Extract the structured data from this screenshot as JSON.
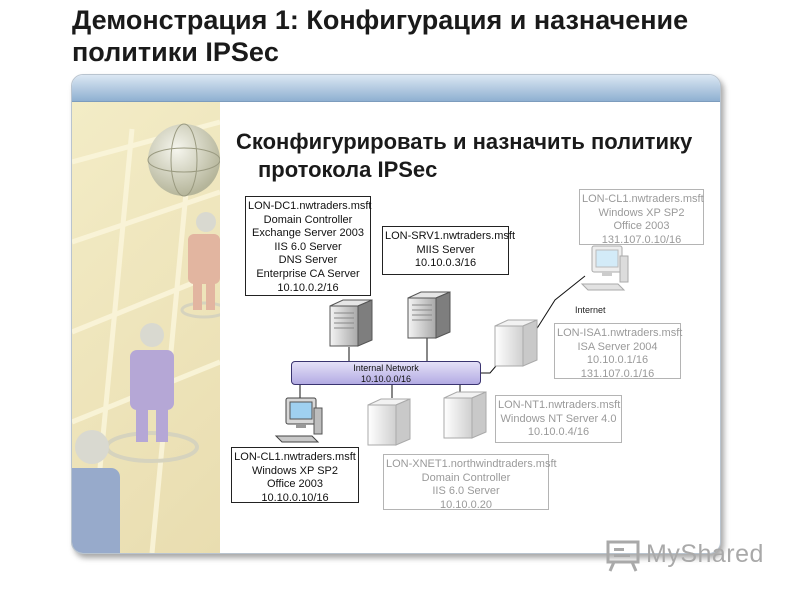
{
  "slide": {
    "title": "Демонстрация 1: Конфигурация и назначение политики IPSec",
    "heading_line1": "Сконфигурировать и назначить политику",
    "heading_line2": "протокола IPSec"
  },
  "network": {
    "bus_line1": "Internal Network",
    "bus_line2": "10.10.0.0/16",
    "internet_label": "Internet"
  },
  "boxes": {
    "dc1": [
      "LON-DC1.nwtraders.msft",
      "Domain Controller",
      "Exchange Server 2003",
      "IIS 6.0 Server",
      "DNS Server",
      "Enterprise CA Server",
      "10.10.0.2/16"
    ],
    "srv1": [
      "LON-SRV1.nwtraders.msft",
      "MIIS Server",
      "10.10.0.3/16"
    ],
    "cl1_ext": [
      "LON-CL1.nwtraders.msft",
      "Windows XP SP2",
      "Office 2003",
      "131.107.0.10/16"
    ],
    "isa1": [
      "LON-ISA1.nwtraders.msft",
      "ISA Server 2004",
      "10.10.0.1/16",
      "131.107.0.1/16"
    ],
    "nt1": [
      "LON-NT1.nwtraders.msft",
      "Windows NT Server 4.0",
      "10.10.0.4/16"
    ],
    "xnet1": [
      "LON-XNET1.northwindtraders.msft",
      "Domain Controller",
      "IIS 6.0 Server",
      "10.10.0.20"
    ],
    "cl1_int": [
      "LON-CL1.nwtraders.msft",
      "Windows XP SP2",
      "Office 2003",
      "10.10.0.10/16"
    ]
  },
  "logo": {
    "text": "MyShared"
  },
  "colors": {
    "bus": "#b3abe3",
    "frame_bar": "#8fb0d1",
    "side_art": "#f3ecc6"
  }
}
